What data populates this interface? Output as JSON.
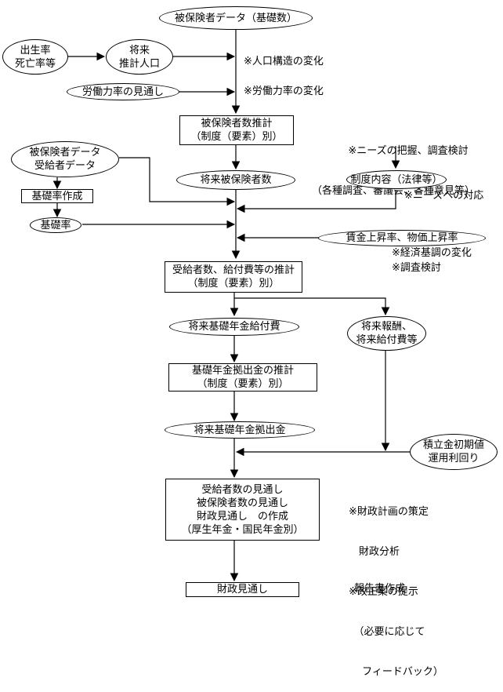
{
  "nodes": {
    "insured_data_base": "被保険者データ（基礎数）",
    "birth_death_rate": [
      "出生率",
      "死亡率等"
    ],
    "future_population": [
      "将来",
      "推計人口"
    ],
    "labor_participation_outlook": "労働力率の見通し",
    "insured_count_estimate": [
      "被保険者数推計",
      "（制度（要素）別）"
    ],
    "future_insured_count": "将来被保険者数",
    "insured_beneficiary_data": [
      "被保険者データ",
      "受給者データ"
    ],
    "base_rate_creation": "基礎率作成",
    "base_rate": "基礎率",
    "system_content": "制度内容（法律等）",
    "wage_price_increase": "賃金上昇率、物価上昇率",
    "beneficiary_benefit_estimate": [
      "受給者数、給付費等の推計",
      "（制度（要素）別）"
    ],
    "future_basic_pension_benefit": "将来基礎年金給付費",
    "future_remuneration": [
      "将来報酬、",
      "将来給付費等"
    ],
    "basic_pension_contribution_estimate": [
      "基礎年金拠出金の推計",
      "（制度（要素）別）"
    ],
    "future_basic_pension_contribution": "将来基礎年金拠出金",
    "reserve_fund": [
      "積立金初期値",
      "運用利回り"
    ],
    "financial_outlook_creation": [
      "受給者数の見通し",
      "被保険者数の見通し",
      "財政見通し　の作成",
      "（厚生年金・国民年金別）"
    ],
    "financial_outlook": "財政見通し"
  },
  "notes": {
    "population_structure_change": "※人口構造の変化",
    "labor_rate_change": "※労働力率の変化",
    "needs_survey": [
      "※ニーズの把握、調査検討",
      "（各種調査、審議会、各種意見等）"
    ],
    "needs_response": "※ニーズへの対応",
    "economic_change": "※経済基調の変化",
    "survey_review": "※調査検討",
    "financial_plan": [
      "※財政計画の策定",
      "　財政分析",
      "※改正案の提示",
      "　（必要に応じて",
      "　 フィードバック）"
    ],
    "report_creation": "報告書作成"
  }
}
